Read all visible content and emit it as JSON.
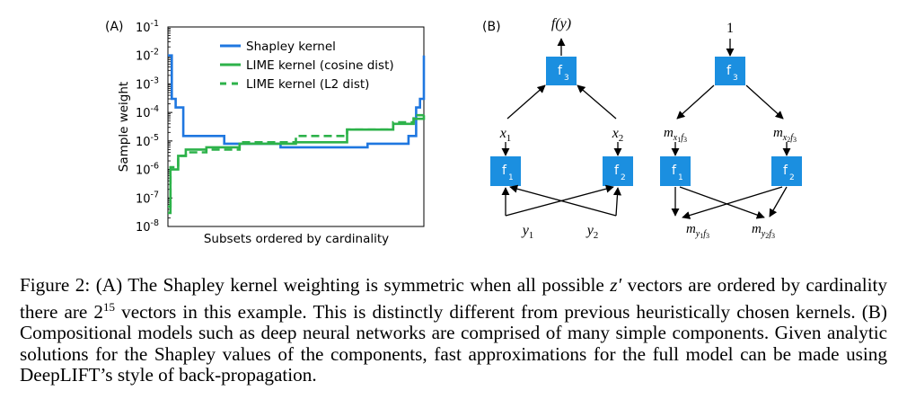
{
  "figure": {
    "panel_a_label": "(A)",
    "panel_b_label": "(B)"
  },
  "chart_data": {
    "type": "line",
    "ylabel": "Sample weight",
    "xlabel": "Subsets ordered by cardinality",
    "yscale": "log",
    "ylim": [
      1e-08,
      0.1
    ],
    "y_ticks": [
      {
        "base": "10",
        "exp": "-1",
        "value": 0.1
      },
      {
        "base": "10",
        "exp": "-2",
        "value": 0.01
      },
      {
        "base": "10",
        "exp": "-3",
        "value": 0.001
      },
      {
        "base": "10",
        "exp": "-4",
        "value": 0.0001
      },
      {
        "base": "10",
        "exp": "-5",
        "value": 1e-05
      },
      {
        "base": "10",
        "exp": "-6",
        "value": 1e-06
      },
      {
        "base": "10",
        "exp": "-7",
        "value": 1e-07
      },
      {
        "base": "10",
        "exp": "-8",
        "value": 1e-08
      }
    ],
    "xlim": [
      0,
      1
    ],
    "legend_position": "top-right",
    "series": [
      {
        "name": "Shapley kernel",
        "color": "#1f77e0",
        "style": "solid",
        "points": [
          [
            0,
            0.01
          ],
          [
            0.015,
            0.0003
          ],
          [
            0.03,
            0.00015
          ],
          [
            0.06,
            1.5e-05
          ],
          [
            0.22,
            8e-06
          ],
          [
            0.44,
            6e-06
          ],
          [
            0.56,
            6e-06
          ],
          [
            0.78,
            8e-06
          ],
          [
            0.94,
            1.5e-05
          ],
          [
            0.97,
            0.00015
          ],
          [
            0.985,
            0.0003
          ],
          [
            1,
            0.01
          ]
        ]
      },
      {
        "name": "LIME kernel (cosine dist)",
        "color": "#2db24a",
        "style": "solid",
        "points": [
          [
            0,
            3e-08
          ],
          [
            0.01,
            1e-06
          ],
          [
            0.04,
            3e-06
          ],
          [
            0.07,
            5e-06
          ],
          [
            0.15,
            6e-06
          ],
          [
            0.28,
            8e-06
          ],
          [
            0.5,
            9e-06
          ],
          [
            0.7,
            2.5e-05
          ],
          [
            0.88,
            4e-05
          ],
          [
            0.96,
            6e-05
          ],
          [
            1,
            8e-05
          ]
        ]
      },
      {
        "name": "LIME kernel (L2 dist)",
        "color": "#2db24a",
        "style": "dashed",
        "points": [
          [
            0,
            5e-08
          ],
          [
            0.01,
            1.2e-06
          ],
          [
            0.04,
            3e-06
          ],
          [
            0.07,
            4e-06
          ],
          [
            0.15,
            5e-06
          ],
          [
            0.28,
            9e-06
          ],
          [
            0.5,
            1.5e-05
          ],
          [
            0.7,
            2.5e-05
          ],
          [
            0.88,
            4.5e-05
          ],
          [
            0.96,
            8e-05
          ],
          [
            1,
            8e-05
          ]
        ]
      }
    ]
  },
  "diagram": {
    "left": {
      "top_output": "f(y)",
      "top_node": "f3",
      "mid_left_label": "x1",
      "mid_right_label": "x2",
      "bottom_left_node": "f1",
      "bottom_right_node": "f2",
      "bottom_left_input": "y1",
      "bottom_right_input": "y2"
    },
    "right": {
      "top_output": "1",
      "top_node": "f3",
      "mid_left_label": "m_{x1 f3}",
      "mid_right_label": "m_{x2 f3}",
      "bottom_left_node": "f1",
      "bottom_right_node": "f2",
      "bottom_left_output": "m_{y1 f3}",
      "bottom_right_output": "m_{y2 f3}"
    },
    "node_color": "#1b8fe0"
  },
  "caption": {
    "prefix": "Figure 2: (A) The Shapley kernel weighting is symmetric when all possible ",
    "var": "z′",
    "middle": " vectors are ordered by cardinality there are ",
    "base": "2",
    "exp": "15",
    "suffix": " vectors in this example. This is distinctly different from previous heuristically chosen kernels. (B) Compositional models such as deep neural networks are comprised of many simple components. Given analytic solutions for the Shapley values of the components, fast approximations for the full model can be made using DeepLIFT’s style of back-propagation."
  }
}
